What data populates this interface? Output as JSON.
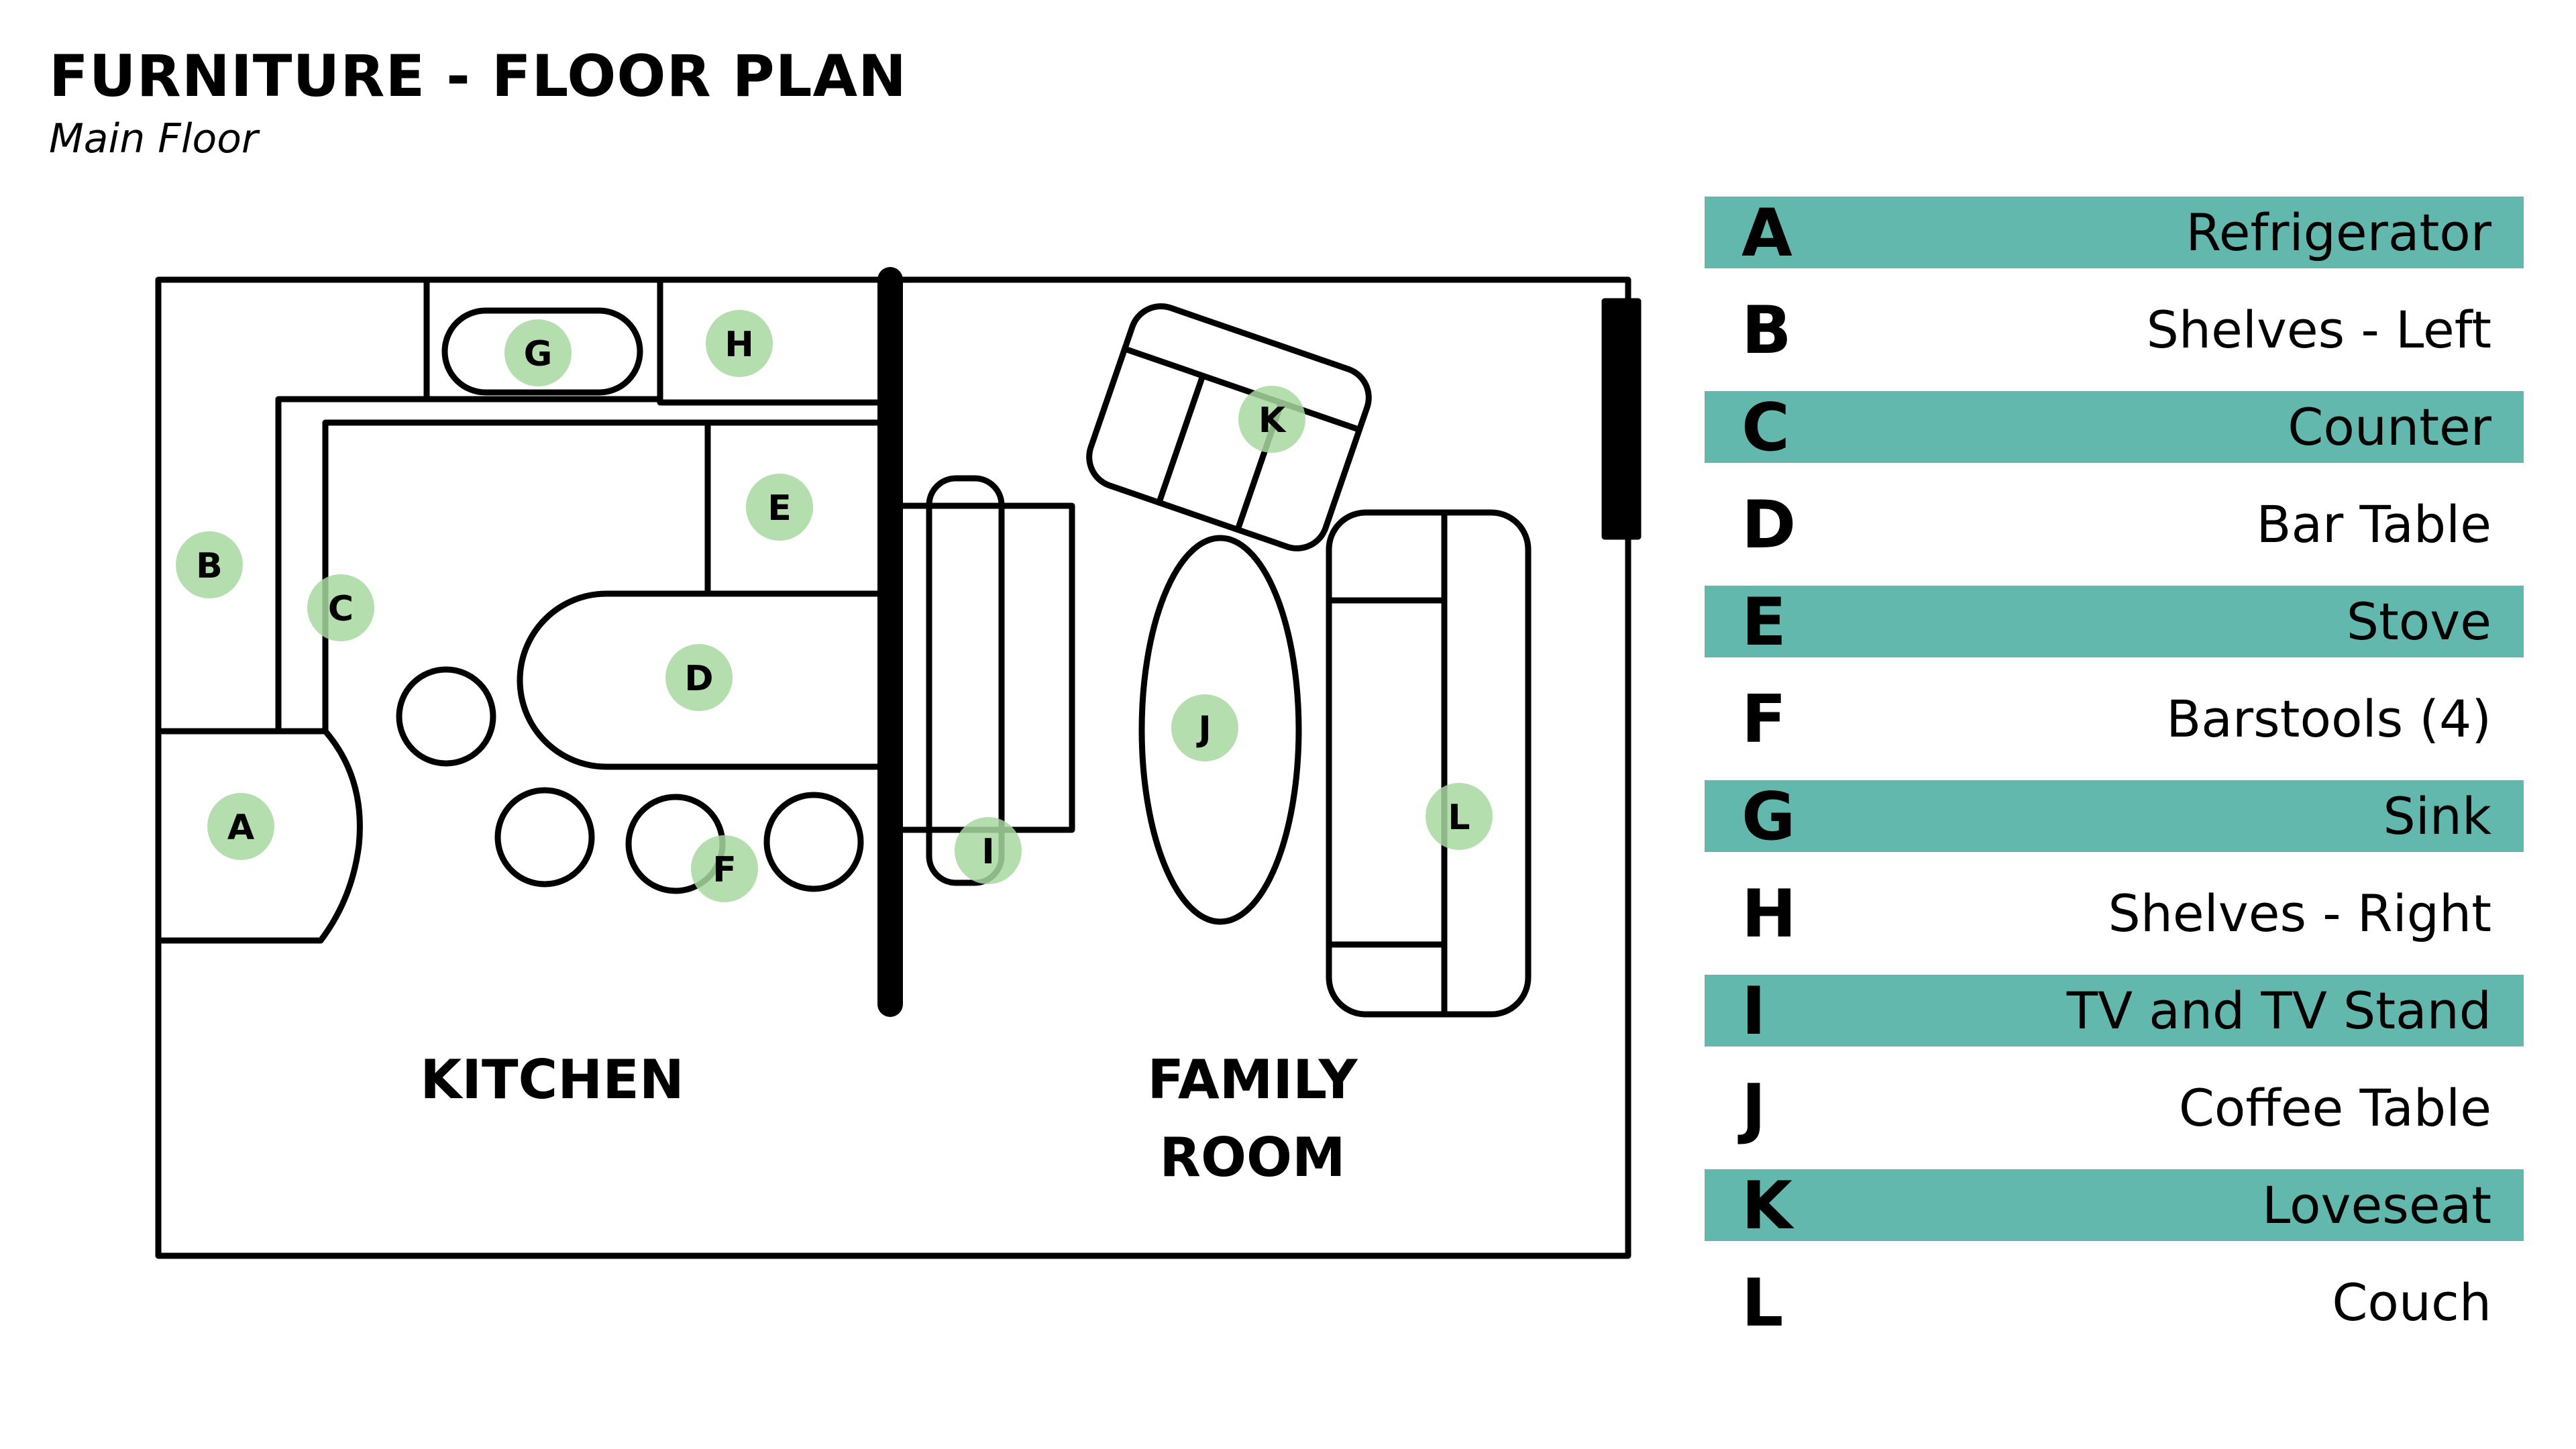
{
  "header": {
    "title": "FURNITURE - FLOOR PLAN",
    "subtitle": "Main Floor"
  },
  "rooms": {
    "kitchen": "KITCHEN",
    "family_line1": "FAMILY",
    "family_line2": "ROOM"
  },
  "markers": {
    "A": "A",
    "B": "B",
    "C": "C",
    "D": "D",
    "E": "E",
    "F": "F",
    "G": "G",
    "H": "H",
    "I": "I",
    "J": "J",
    "K": "K",
    "L": "L"
  },
  "legend": [
    {
      "letter": "A",
      "label": "Refrigerator"
    },
    {
      "letter": "B",
      "label": "Shelves - Left"
    },
    {
      "letter": "C",
      "label": "Counter"
    },
    {
      "letter": "D",
      "label": "Bar Table"
    },
    {
      "letter": "E",
      "label": "Stove"
    },
    {
      "letter": "F",
      "label": "Barstools (4)"
    },
    {
      "letter": "G",
      "label": "Sink"
    },
    {
      "letter": "H",
      "label": "Shelves -  Right"
    },
    {
      "letter": "I",
      "label": "TV and TV Stand"
    },
    {
      "letter": "J",
      "label": "Coffee Table"
    },
    {
      "letter": "K",
      "label": "Loveseat"
    },
    {
      "letter": "L",
      "label": "Couch"
    }
  ],
  "colors": {
    "legend_band": "#63b8ae",
    "marker_fill": "#a8d8a0",
    "line": "#000000"
  }
}
